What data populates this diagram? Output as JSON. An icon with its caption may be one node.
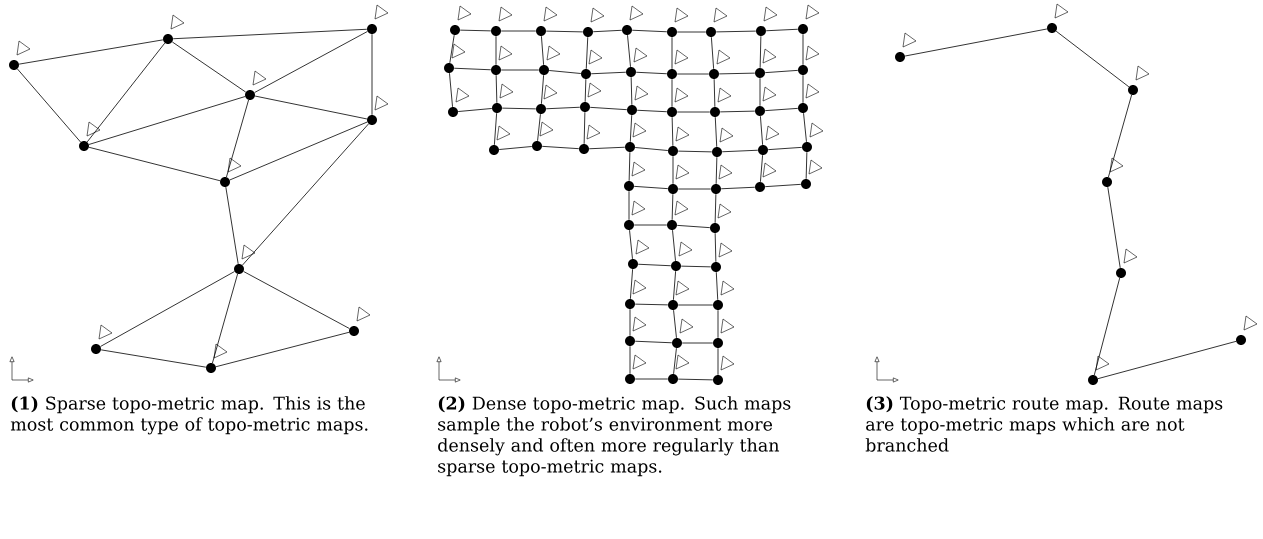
{
  "diagram": {
    "nodes": [
      {
        "text": [],
        "shape": "circle"
      },
      {
        "text": [],
        "shape": "circle"
      },
      {
        "text": [],
        "shape": "circle"
      },
      {
        "text": [],
        "shape": "circle"
      },
      {
        "text": [],
        "shape": "circle"
      },
      {
        "text": [],
        "shape": "circle"
      },
      {
        "text": [],
        "shape": "circle"
      },
      {
        "text": [],
        "shape": "circle"
      },
      {
        "text": [],
        "shape": "circle"
      },
      {
        "text": [],
        "shape": "circle"
      },
      {
        "text": [],
        "shape": "circle"
      },
      {
        "text": [],
        "shape": "circle"
      },
      {
        "text": [],
        "shape": "circle"
      },
      {
        "text": [],
        "shape": "circle"
      },
      {
        "text": [],
        "shape": "circle"
      },
      {
        "text": [],
        "shape": "circle"
      },
      {
        "text": [],
        "shape": "circle"
      },
      {
        "text": [],
        "shape": "circle"
      },
      {
        "text": [],
        "shape": "circle"
      },
      {
        "text": [],
        "shape": "circle"
      },
      {
        "text": [],
        "shape": "circle"
      },
      {
        "text": [],
        "shape": "circle"
      },
      {
        "text": [],
        "shape": "circle"
      },
      {
        "text": [],
        "shape": "circle"
      },
      {
        "text": [],
        "shape": "circle"
      },
      {
        "text": [],
        "shape": "circle"
      },
      {
        "text": [],
        "shape": "circle"
      },
      {
        "text": [],
        "shape": "circle"
      },
      {
        "text": [],
        "shape": "circle"
      },
      {
        "text": [],
        "shape": "circle"
      },
      {
        "text": [],
        "shape": "circle"
      },
      {
        "text": [],
        "shape": "circle"
      },
      {
        "text": [],
        "shape": "circle"
      },
      {
        "text": [],
        "shape": "circle"
      },
      {
        "text": [],
        "shape": "circle"
      },
      {
        "text": [],
        "shape": "circle"
      },
      {
        "text": [],
        "shape": "circle"
      },
      {
        "text": [],
        "shape": "circle"
      },
      {
        "text": [],
        "shape": "circle"
      },
      {
        "text": [],
        "shape": "circle"
      },
      {
        "text": [],
        "shape": "circle"
      },
      {
        "text": [],
        "shape": "circle"
      },
      {
        "text": [],
        "shape": "circle"
      },
      {
        "text": [],
        "shape": "circle"
      },
      {
        "text": [],
        "shape": "circle"
      },
      {
        "text": [],
        "shape": "circle"
      },
      {
        "text": [],
        "shape": "circle"
      },
      {
        "text": [],
        "shape": "circle"
      },
      {
        "text": [],
        "shape": "circle"
      },
      {
        "text": [],
        "shape": "circle"
      },
      {
        "text": [],
        "shape": "circle"
      },
      {
        "text": [],
        "shape": "circle"
      },
      {
        "text": [],
        "shape": "circle"
      },
      {
        "text": [],
        "shape": "circle"
      },
      {
        "text": [],
        "shape": "circle"
      },
      {
        "text": [],
        "shape": "circle"
      },
      {
        "text": [],
        "shape": "circle"
      },
      {
        "text": [],
        "shape": "circle"
      },
      {
        "text": [],
        "shape": "circle"
      },
      {
        "text": [],
        "shape": "circle"
      },
      {
        "text": [],
        "shape": "circle"
      },
      {
        "text": [],
        "shape": "circle"
      },
      {
        "text": [],
        "shape": "circle"
      },
      {
        "text": [],
        "shape": "circle"
      },
      {
        "text": [],
        "shape": "circle"
      },
      {
        "text": [],
        "shape": "circle"
      },
      {
        "text": [],
        "shape": "circle"
      },
      {
        "text": [],
        "shape": "circle"
      },
      {
        "text": [],
        "shape": "circle"
      },
      {
        "text": [],
        "shape": "circle"
      },
      {
        "text": [],
        "shape": "circle"
      },
      {
        "text": [],
        "shape": "circle"
      },
      {
        "text": [],
        "shape": "circle"
      }
    ],
    "edges": [
      {
        "from": 0,
        "to": 1,
        "arrow": "none"
      },
      {
        "from": 1,
        "to": 2,
        "arrow": "none"
      },
      {
        "from": 0,
        "to": 4,
        "arrow": "none"
      },
      {
        "from": 1,
        "to": 4,
        "arrow": "none"
      },
      {
        "from": 1,
        "to": 3,
        "arrow": "none"
      },
      {
        "from": 2,
        "to": 3,
        "arrow": "none"
      },
      {
        "from": 2,
        "to": 5,
        "arrow": "none"
      },
      {
        "from": 3,
        "to": 4,
        "arrow": "none"
      },
      {
        "from": 3,
        "to": 5,
        "arrow": "none"
      },
      {
        "from": 3,
        "to": 6,
        "arrow": "none"
      },
      {
        "from": 4,
        "to": 6,
        "arrow": "none"
      },
      {
        "from": 5,
        "to": 6,
        "arrow": "none"
      },
      {
        "from": 5,
        "to": 7,
        "arrow": "none"
      },
      {
        "from": 6,
        "to": 7,
        "arrow": "none"
      },
      {
        "from": 7,
        "to": 9,
        "arrow": "none"
      },
      {
        "from": 7,
        "to": 10,
        "arrow": "none"
      },
      {
        "from": 7,
        "to": 8,
        "arrow": "none"
      },
      {
        "from": 9,
        "to": 10,
        "arrow": "none"
      },
      {
        "from": 10,
        "to": 8,
        "arrow": "none"
      },
      {
        "from": 11,
        "to": 12,
        "arrow": "none"
      },
      {
        "from": 12,
        "to": 13,
        "arrow": "none"
      },
      {
        "from": 13,
        "to": 14,
        "arrow": "none"
      },
      {
        "from": 14,
        "to": 15,
        "arrow": "none"
      },
      {
        "from": 15,
        "to": 16,
        "arrow": "none"
      },
      {
        "from": 16,
        "to": 17,
        "arrow": "none"
      },
      {
        "from": 17,
        "to": 18,
        "arrow": "none"
      },
      {
        "from": 18,
        "to": 19,
        "arrow": "none"
      },
      {
        "from": 20,
        "to": 21,
        "arrow": "none"
      },
      {
        "from": 21,
        "to": 22,
        "arrow": "none"
      },
      {
        "from": 22,
        "to": 23,
        "arrow": "none"
      },
      {
        "from": 23,
        "to": 24,
        "arrow": "none"
      },
      {
        "from": 24,
        "to": 25,
        "arrow": "none"
      },
      {
        "from": 25,
        "to": 26,
        "arrow": "none"
      },
      {
        "from": 26,
        "to": 27,
        "arrow": "none"
      },
      {
        "from": 27,
        "to": 28,
        "arrow": "none"
      },
      {
        "from": 29,
        "to": 30,
        "arrow": "none"
      },
      {
        "from": 30,
        "to": 31,
        "arrow": "none"
      },
      {
        "from": 31,
        "to": 32,
        "arrow": "none"
      },
      {
        "from": 32,
        "to": 33,
        "arrow": "none"
      },
      {
        "from": 33,
        "to": 34,
        "arrow": "none"
      },
      {
        "from": 34,
        "to": 35,
        "arrow": "none"
      },
      {
        "from": 35,
        "to": 36,
        "arrow": "none"
      },
      {
        "from": 36,
        "to": 37,
        "arrow": "none"
      },
      {
        "from": 38,
        "to": 39,
        "arrow": "none"
      },
      {
        "from": 39,
        "to": 40,
        "arrow": "none"
      },
      {
        "from": 40,
        "to": 41,
        "arrow": "none"
      },
      {
        "from": 41,
        "to": 42,
        "arrow": "none"
      },
      {
        "from": 42,
        "to": 43,
        "arrow": "none"
      },
      {
        "from": 43,
        "to": 44,
        "arrow": "none"
      },
      {
        "from": 44,
        "to": 45,
        "arrow": "none"
      },
      {
        "from": 46,
        "to": 47,
        "arrow": "none"
      },
      {
        "from": 47,
        "to": 48,
        "arrow": "none"
      },
      {
        "from": 48,
        "to": 49,
        "arrow": "none"
      },
      {
        "from": 49,
        "to": 50,
        "arrow": "none"
      },
      {
        "from": 51,
        "to": 52,
        "arrow": "none"
      },
      {
        "from": 52,
        "to": 53,
        "arrow": "none"
      },
      {
        "from": 54,
        "to": 55,
        "arrow": "none"
      },
      {
        "from": 55,
        "to": 56,
        "arrow": "none"
      },
      {
        "from": 57,
        "to": 58,
        "arrow": "none"
      },
      {
        "from": 58,
        "to": 59,
        "arrow": "none"
      },
      {
        "from": 60,
        "to": 61,
        "arrow": "none"
      },
      {
        "from": 61,
        "to": 62,
        "arrow": "none"
      },
      {
        "from": 63,
        "to": 64,
        "arrow": "none"
      },
      {
        "from": 64,
        "to": 65,
        "arrow": "none"
      },
      {
        "from": 11,
        "to": 20,
        "arrow": "none"
      },
      {
        "from": 12,
        "to": 21,
        "arrow": "none"
      },
      {
        "from": 13,
        "to": 22,
        "arrow": "none"
      },
      {
        "from": 14,
        "to": 23,
        "arrow": "none"
      },
      {
        "from": 15,
        "to": 24,
        "arrow": "none"
      },
      {
        "from": 16,
        "to": 25,
        "arrow": "none"
      },
      {
        "from": 17,
        "to": 26,
        "arrow": "none"
      },
      {
        "from": 18,
        "to": 27,
        "arrow": "none"
      },
      {
        "from": 19,
        "to": 28,
        "arrow": "none"
      },
      {
        "from": 20,
        "to": 29,
        "arrow": "none"
      },
      {
        "from": 21,
        "to": 30,
        "arrow": "none"
      },
      {
        "from": 22,
        "to": 31,
        "arrow": "none"
      },
      {
        "from": 23,
        "to": 32,
        "arrow": "none"
      },
      {
        "from": 24,
        "to": 33,
        "arrow": "none"
      },
      {
        "from": 25,
        "to": 34,
        "arrow": "none"
      },
      {
        "from": 26,
        "to": 35,
        "arrow": "none"
      },
      {
        "from": 27,
        "to": 36,
        "arrow": "none"
      },
      {
        "from": 28,
        "to": 37,
        "arrow": "none"
      },
      {
        "from": 30,
        "to": 38,
        "arrow": "none"
      },
      {
        "from": 31,
        "to": 39,
        "arrow": "none"
      },
      {
        "from": 32,
        "to": 40,
        "arrow": "none"
      },
      {
        "from": 33,
        "to": 41,
        "arrow": "none"
      },
      {
        "from": 34,
        "to": 42,
        "arrow": "none"
      },
      {
        "from": 35,
        "to": 43,
        "arrow": "none"
      },
      {
        "from": 36,
        "to": 44,
        "arrow": "none"
      },
      {
        "from": 37,
        "to": 45,
        "arrow": "none"
      },
      {
        "from": 41,
        "to": 46,
        "arrow": "none"
      },
      {
        "from": 42,
        "to": 47,
        "arrow": "none"
      },
      {
        "from": 43,
        "to": 48,
        "arrow": "none"
      },
      {
        "from": 44,
        "to": 49,
        "arrow": "none"
      },
      {
        "from": 45,
        "to": 50,
        "arrow": "none"
      },
      {
        "from": 46,
        "to": 51,
        "arrow": "none"
      },
      {
        "from": 47,
        "to": 52,
        "arrow": "none"
      },
      {
        "from": 48,
        "to": 53,
        "arrow": "none"
      },
      {
        "from": 51,
        "to": 54,
        "arrow": "none"
      },
      {
        "from": 52,
        "to": 55,
        "arrow": "none"
      },
      {
        "from": 53,
        "to": 56,
        "arrow": "none"
      },
      {
        "from": 54,
        "to": 57,
        "arrow": "none"
      },
      {
        "from": 55,
        "to": 58,
        "arrow": "none"
      },
      {
        "from": 56,
        "to": 59,
        "arrow": "none"
      },
      {
        "from": 57,
        "to": 60,
        "arrow": "none"
      },
      {
        "from": 58,
        "to": 61,
        "arrow": "none"
      },
      {
        "from": 59,
        "to": 62,
        "arrow": "none"
      },
      {
        "from": 60,
        "to": 63,
        "arrow": "none"
      },
      {
        "from": 61,
        "to": 64,
        "arrow": "none"
      },
      {
        "from": 62,
        "to": 65,
        "arrow": "none"
      },
      {
        "from": 66,
        "to": 67,
        "arrow": "none"
      },
      {
        "from": 67,
        "to": 68,
        "arrow": "none"
      },
      {
        "from": 68,
        "to": 69,
        "arrow": "none"
      },
      {
        "from": 69,
        "to": 70,
        "arrow": "none"
      },
      {
        "from": 70,
        "to": 71,
        "arrow": "none"
      },
      {
        "from": 71,
        "to": 72,
        "arrow": "none"
      }
    ],
    "labels": [
      "**(1)** Sparse topo-metric map. This is the most common type of topo-metric maps.",
      "**(2)** Dense topo-metric map. Such maps sample the robot’s environment more densely and often more regularly than sparse topo-metric maps.",
      "**(3)** Topo-metric route map. Route maps are topo-metric maps which are not branched"
    ]
  }
}
